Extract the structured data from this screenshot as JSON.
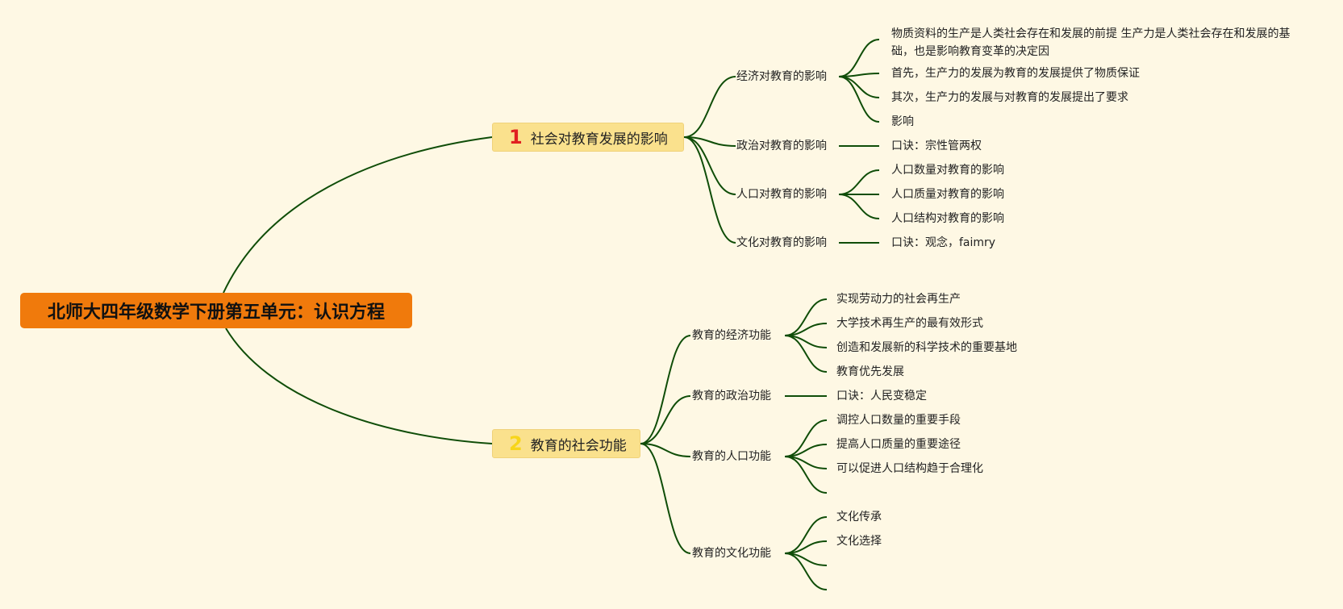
{
  "colors": {
    "line": "#0f4d08",
    "root": "#f07a0c",
    "main": "#fae18d",
    "num1": "#e02020",
    "num2": "#f7d51a",
    "background": "#fef8e4"
  },
  "root": {
    "label": "北师大四年级数学下册第五单元：认识方程"
  },
  "branches": [
    {
      "num": "1",
      "label": "社会对教育发展的影响",
      "subs": [
        {
          "label": "经济对教育的影响",
          "leaves": [
            "物质资料的生产是人类社会存在和发展的前提 生产力是人类社会存在和发展的基础，也是影响教育变革的决定因",
            "首先，生产力的发展为教育的发展提供了物质保证",
            "其次，生产力的发展与对教育的发展提出了要求",
            "影响"
          ]
        },
        {
          "label": "政治对教育的影响",
          "leaves": [
            "口诀：宗性管两权"
          ]
        },
        {
          "label": "人口对教育的影响",
          "leaves": [
            "人口数量对教育的影响",
            "人口质量对教育的影响",
            "人口结构对教育的影响"
          ]
        },
        {
          "label": "文化对教育的影响",
          "leaves": [
            "口诀：观念，faimry"
          ]
        }
      ]
    },
    {
      "num": "2",
      "label": "教育的社会功能",
      "subs": [
        {
          "label": "教育的经济功能",
          "leaves": [
            "实现劳动力的社会再生产",
            "大学技术再生产的最有效形式",
            "创造和发展新的科学技术的重要基地",
            "教育优先发展"
          ]
        },
        {
          "label": "教育的政治功能",
          "leaves": [
            "口诀：人民变稳定"
          ]
        },
        {
          "label": "教育的人口功能",
          "leaves": [
            "调控人口数量的重要手段",
            "提高人口质量的重要途径",
            "可以促进人口结构趋于合理化",
            ""
          ]
        },
        {
          "label": "教育的文化功能",
          "leaves": [
            "文化传承",
            "文化选择",
            "",
            ""
          ]
        }
      ]
    }
  ]
}
